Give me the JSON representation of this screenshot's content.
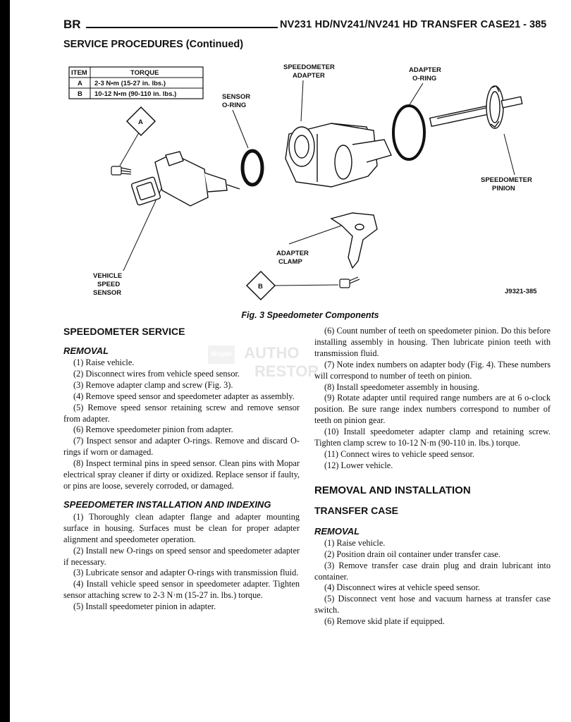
{
  "header": {
    "left": "BR",
    "title": "NV231 HD/NV241/NV241 HD TRANSFER CASE",
    "page": "21 - 385",
    "section": "SERVICE PROCEDURES (Continued)"
  },
  "figure": {
    "caption": "Fig. 3 Speedometer Components",
    "code": "J9321-385",
    "table": {
      "headers": [
        "ITEM",
        "TORQUE"
      ],
      "rows": [
        [
          "A",
          "2-3 N•m   (15-27 in. lbs.)"
        ],
        [
          "B",
          "10-12 N•m   (90-110 in. lbs.)"
        ]
      ]
    },
    "labels": {
      "speedo_adapter_1": "SPEEDOMETER",
      "speedo_adapter_2": "ADAPTER",
      "adapter_oring_1": "ADAPTER",
      "adapter_oring_2": "O-RING",
      "sensor_oring_1": "SENSOR",
      "sensor_oring_2": "O-RING",
      "speedo_pinion_1": "SPEEDOMETER",
      "speedo_pinion_2": "PINION",
      "adapter_clamp_1": "ADAPTER",
      "adapter_clamp_2": "CLAMP",
      "vss_1": "VEHICLE",
      "vss_2": "SPEED",
      "vss_3": "SENSOR",
      "callout_a": "A",
      "callout_b": "B"
    }
  },
  "watermark": {
    "line1": "AUTHO",
    "line2": "RESTOR",
    "badge": "Mopar"
  },
  "left_column": {
    "heading": "SPEEDOMETER SERVICE",
    "removal_heading": "REMOVAL",
    "removal_steps": [
      "(1) Raise vehicle.",
      "(2) Disconnect wires from vehicle speed sensor.",
      "(3) Remove adapter clamp and screw (Fig. 3).",
      "(4) Remove speed sensor and speedometer adapter as assembly.",
      "(5) Remove speed sensor retaining screw and remove sensor from adapter.",
      "(6) Remove speedometer pinion from adapter.",
      "(7) Inspect sensor and adapter O-rings. Remove and discard O-rings if worn or damaged.",
      "(8) Inspect terminal pins in speed sensor. Clean pins with Mopar electrical spray cleaner if dirty or oxidized. Replace sensor if faulty, or pins are loose, severely corroded, or damaged."
    ],
    "install_heading": "SPEEDOMETER INSTALLATION AND INDEXING",
    "install_steps": [
      "(1) Thoroughly clean adapter flange and adapter mounting surface in housing. Surfaces must be clean for proper adapter alignment and speedometer operation.",
      "(2) Install new O-rings on speed sensor and speedometer adapter if necessary.",
      "(3) Lubricate sensor and adapter O-rings with transmission fluid.",
      "(4) Install vehicle speed sensor in speedometer adapter. Tighten sensor attaching screw to 2-3 N·m (15-27 in. lbs.) torque.",
      "(5) Install speedometer pinion in adapter."
    ]
  },
  "right_column": {
    "install_steps_cont": [
      "(6) Count number of teeth on speedometer pinion. Do this before installing assembly in housing. Then lubricate pinion teeth with transmission fluid.",
      "(7) Note index numbers on adapter body (Fig. 4). These numbers will correspond to number of teeth on pinion.",
      "(8) Install speedometer assembly in housing.",
      "(9) Rotate adapter until required range numbers are at 6 o-clock position. Be sure range index numbers correspond to number of teeth on pinion gear.",
      "(10) Install speedometer adapter clamp and retaining screw. Tighten clamp screw to 10-12 N·m (90-110 in. lbs.) torque.",
      "(11) Connect wires to vehicle speed sensor.",
      "(12) Lower vehicle."
    ],
    "big_heading": "REMOVAL AND INSTALLATION",
    "sub_heading": "TRANSFER CASE",
    "removal_heading": "REMOVAL",
    "removal_steps": [
      "(1) Raise vehicle.",
      "(2) Position drain oil container under transfer case.",
      "(3) Remove transfer case drain plug and drain lubricant into container.",
      "(4) Disconnect wires at vehicle speed sensor.",
      "(5) Disconnect vent hose and vacuum harness at transfer case switch.",
      "(6) Remove skid plate if equipped."
    ]
  }
}
